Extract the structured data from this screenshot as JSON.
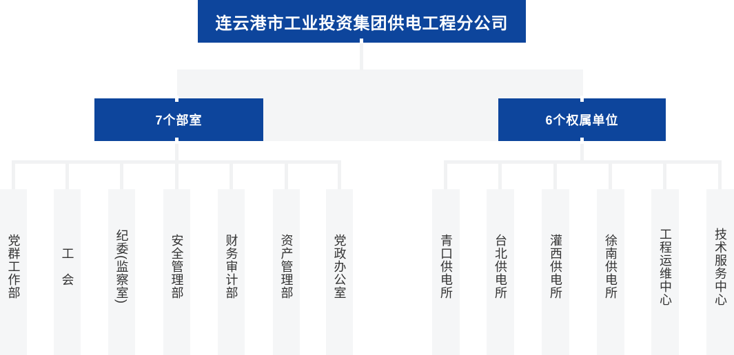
{
  "org_chart": {
    "root": {
      "label": "连云港市工业投资集团供电工程分公司"
    },
    "branches": [
      {
        "label": "7个部室",
        "children": [
          {
            "label": "党群工作部"
          },
          {
            "label": "工　会"
          },
          {
            "label": "纪委(监察室)"
          },
          {
            "label": "安全管理部"
          },
          {
            "label": "财务审计部"
          },
          {
            "label": "资产管理部"
          },
          {
            "label": "党政办公室"
          }
        ]
      },
      {
        "label": "6个权属单位",
        "children": [
          {
            "label": "青口供电所"
          },
          {
            "label": "台北供电所"
          },
          {
            "label": "灌西供电所"
          },
          {
            "label": "徐南供电所"
          },
          {
            "label": "工程运维中心"
          },
          {
            "label": "技术服务中心"
          }
        ]
      }
    ]
  },
  "colors": {
    "node_blue": "#0d459c",
    "node_text": "#ffffff",
    "connector_band_gray": "#f4f5f6",
    "connector_line_gray": "#f1f2f3",
    "column_gray": "#f5f6f7",
    "column_text": "#333333"
  }
}
